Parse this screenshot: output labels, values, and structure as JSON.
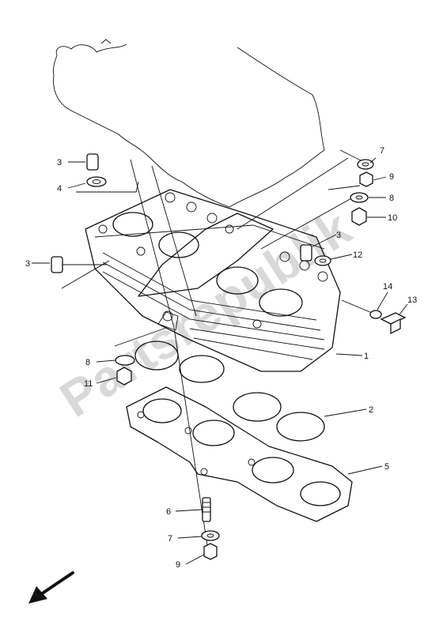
{
  "callouts": [
    {
      "id": "c3a",
      "label": "3"
    },
    {
      "id": "c4",
      "label": "4"
    },
    {
      "id": "c7a",
      "label": "7"
    },
    {
      "id": "c9a",
      "label": "9"
    },
    {
      "id": "c8a",
      "label": "8"
    },
    {
      "id": "c10",
      "label": "10"
    },
    {
      "id": "c3b",
      "label": "3"
    },
    {
      "id": "c12",
      "label": "12"
    },
    {
      "id": "c3c",
      "label": "3"
    },
    {
      "id": "c14",
      "label": "14"
    },
    {
      "id": "c13",
      "label": "13"
    },
    {
      "id": "c1",
      "label": "1"
    },
    {
      "id": "c8b",
      "label": "8"
    },
    {
      "id": "c11",
      "label": "11"
    },
    {
      "id": "c2",
      "label": "2"
    },
    {
      "id": "c5",
      "label": "5"
    },
    {
      "id": "c6",
      "label": "6"
    },
    {
      "id": "c7b",
      "label": "7"
    },
    {
      "id": "c9b",
      "label": "9"
    }
  ],
  "watermark": "Partsrepublik",
  "direction_arrow_icon": "front-direction-arrow-icon",
  "colors": {
    "line": "#111111",
    "background": "#ffffff",
    "watermark": "#d9d9d9"
  }
}
